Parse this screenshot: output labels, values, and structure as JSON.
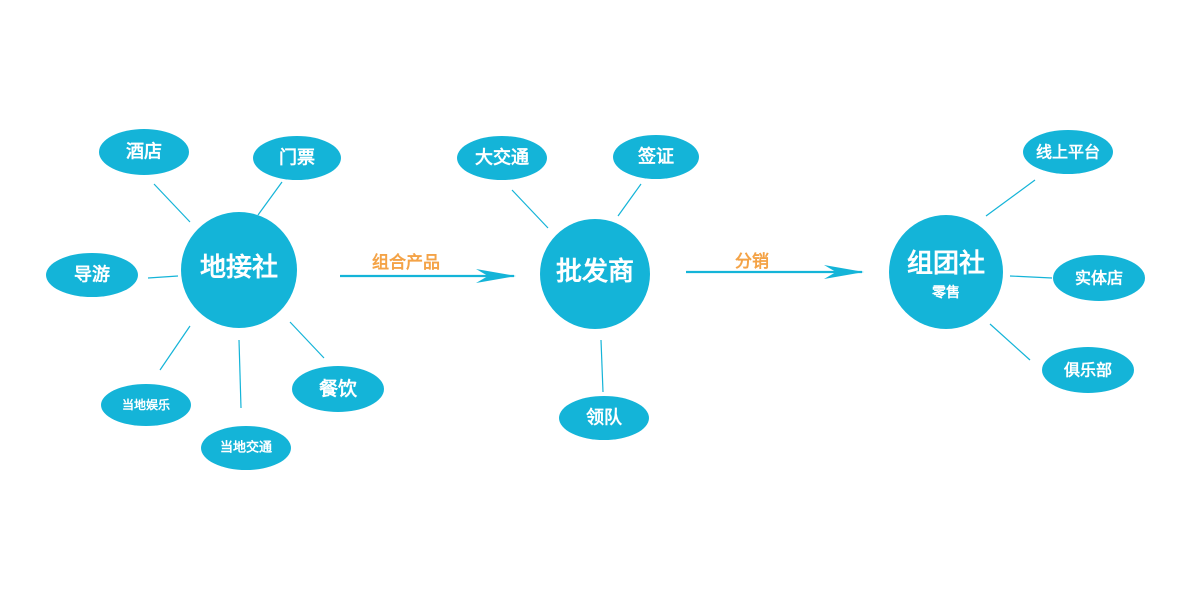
{
  "colors": {
    "node": "#14b4d8",
    "spoke": "#14b4d8",
    "flow": "#14b4d8",
    "edge_label": "#f4a347",
    "text": "#ffffff"
  },
  "hubs": {
    "local_agency": {
      "label": "地接社"
    },
    "wholesaler": {
      "label": "批发商"
    },
    "tour_operator": {
      "label": "组团社",
      "sublabel": "零售"
    }
  },
  "flows": {
    "combine": {
      "label": "组合产品"
    },
    "distribute": {
      "label": "分销"
    }
  },
  "satellites": {
    "hotel": "酒店",
    "ticket": "门票",
    "guide": "导游",
    "local_entertainment": "当地娱乐",
    "local_transport": "当地交通",
    "dining": "餐饮",
    "major_transport": "大交通",
    "visa": "签证",
    "tour_leader": "领队",
    "online_platform": "线上平台",
    "physical_store": "实体店",
    "club": "俱乐部"
  }
}
